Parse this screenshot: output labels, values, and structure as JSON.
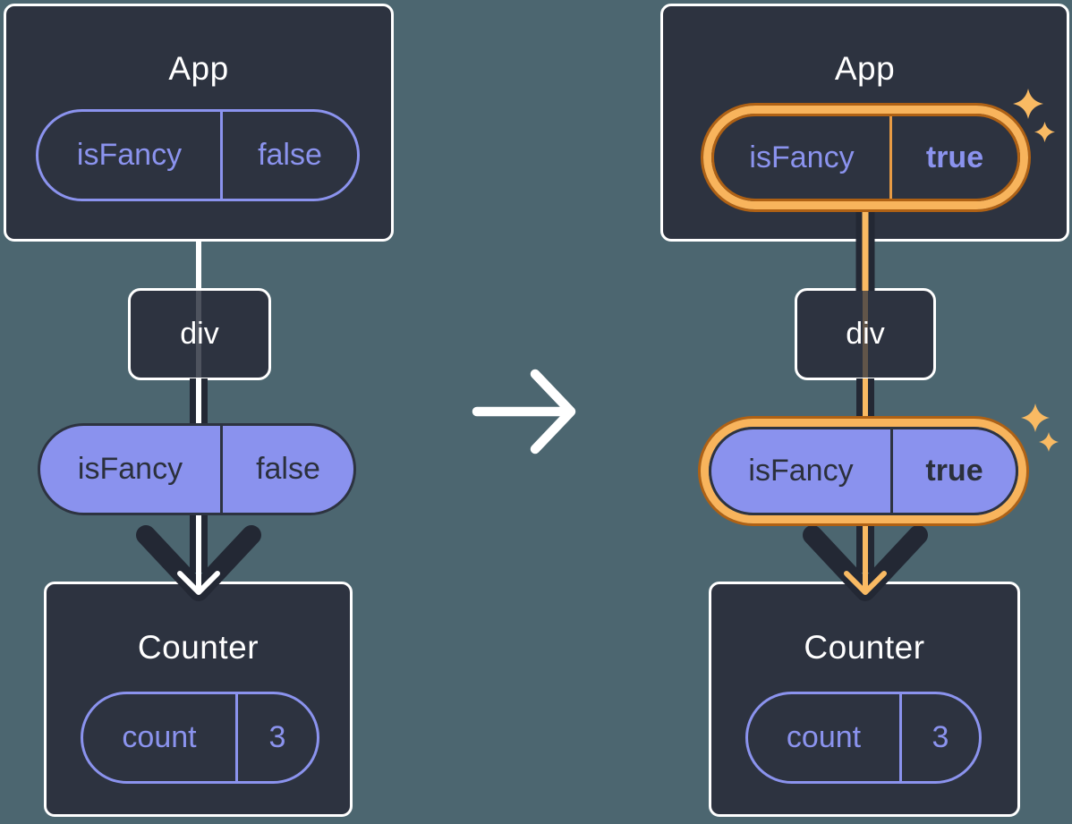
{
  "left": {
    "app": {
      "title": "App",
      "state_name": "isFancy",
      "state_value": "false"
    },
    "div_label": "div",
    "prop_name": "isFancy",
    "prop_value": "false",
    "counter": {
      "title": "Counter",
      "state_name": "count",
      "state_value": "3"
    }
  },
  "right": {
    "app": {
      "title": "App",
      "state_name": "isFancy",
      "state_value": "true"
    },
    "div_label": "div",
    "prop_name": "isFancy",
    "prop_value": "true",
    "counter": {
      "title": "Counter",
      "state_name": "count",
      "state_value": "3"
    }
  },
  "icons": {
    "transition_arrow": "right-arrow",
    "render_arrow": "down-chevron-arrow",
    "sparkle": "four-point-star"
  },
  "colors": {
    "background_teal": "#4C6670",
    "box_dark": "#2D3340",
    "arrow_dark": "#232834",
    "accent_purple": "#8B93EE",
    "pill_purple_fill": "#8A92EE",
    "pill_text_dark": "#2B303C",
    "highlight_orange_band": "#F8B45C",
    "highlight_orange_stroke": "#AF6114",
    "highlight_orange_divider": "#E89B44",
    "orange_line": "#F9BA63",
    "white": "#FFFFFF"
  }
}
